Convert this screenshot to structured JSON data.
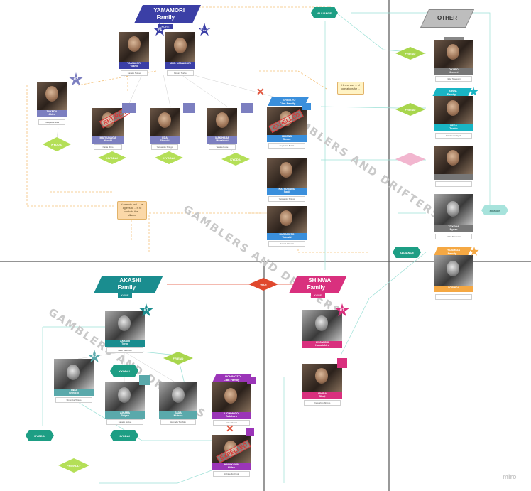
{
  "colors": {
    "yamamori": "#3b3fa6",
    "akashi": "#1a8d8f",
    "shinwa": "#d9307e",
    "other": "#bdbdbd",
    "uchimoto": "#9b35b8",
    "ally": "#1d9e84",
    "friend": "#a8d64d",
    "enemy": "#e0482d",
    "kyodai": "#b4df57",
    "orange": "#f5a843"
  },
  "watermarks": [
    "GAMBLERS AND DRIFTERS",
    "GAMBLERS AND DRIFTERS",
    "GAMBLERS AND DRIFTERS"
  ],
  "families": {
    "yamamori": {
      "name": "YAMAMORI",
      "sub": "Family",
      "tag": "KURE"
    },
    "akashi": {
      "name": "AKASHI",
      "sub": "Family",
      "tag": "KOBE"
    },
    "shinwa": {
      "name": "SHINWA",
      "sub": "Family",
      "tag": "KOBE"
    },
    "other": {
      "name": "OTHER"
    },
    "shinkyo": {
      "name": "SHINKYO",
      "sub": "Clan Family"
    },
    "uchimoto": {
      "name": "UCHIMOTO",
      "sub": "Clan Family"
    },
    "yoshida": {
      "name": "YOSHIDA",
      "sub": "Family"
    },
    "giwa": {
      "name": "GIWA",
      "sub": "Family"
    }
  },
  "badges": {
    "b1": "#1",
    "b15": "#1.5",
    "b2": "#2",
    "a1": "#1",
    "a2": "#2",
    "s1": "#1"
  },
  "cards": [
    {
      "id": "yamamori",
      "name": "YAMAMORI",
      "given": "Yoshio",
      "note": "Kaneko Nobuo"
    },
    {
      "id": "mrs-yamamori",
      "name": "MRS. YAMAMORI",
      "given": "",
      "note": "Kimura Toshie"
    },
    {
      "id": "takeda",
      "name": "TAKEDA",
      "given": "Akira",
      "note": "Kobayashi Akira"
    },
    {
      "id": "matsunaga",
      "name": "MATSUNAGA",
      "given": "Hiroshi",
      "note": "Narita Mikio"
    },
    {
      "id": "eda",
      "name": "EDA",
      "given": "Shoichi",
      "note": "Yamashiro Shingo"
    },
    {
      "id": "makihara",
      "name": "MAKIHARA",
      "given": "Masakichi",
      "note": "Tanaka Kunie"
    },
    {
      "id": "hirono",
      "name": "HIRONO",
      "given": "Shozo",
      "note": "Sugawara Bunta"
    },
    {
      "id": "kawada",
      "name": "KATSUMARU",
      "given": "Sanji",
      "note": "Yamashiro Shingo"
    },
    {
      "id": "kuramoto",
      "name": "KURAMOTO",
      "given": "Takeshi",
      "note": "Kohata Yasushi"
    },
    {
      "id": "okubo",
      "name": "OKUBO",
      "given": "Kenichi",
      "note": "Naito Taketoshi"
    },
    {
      "id": "ueda",
      "name": "UEDA",
      "given": "Toshio",
      "note": "Nishida Toshiyuki"
    },
    {
      "id": "toyoda",
      "name": "TOYODA",
      "given": "Ryuzo",
      "note": "Naito Taketoshi"
    },
    {
      "id": "yoshida",
      "name": "YOSHIDA",
      "given": "",
      "note": ""
    },
    {
      "id": "akashi-boss",
      "name": "AKASHI",
      "given": "Teruo",
      "note": "Naito Taketoshi"
    },
    {
      "id": "iwai",
      "name": "IWAI",
      "given": "Shinichi",
      "note": "Umemiya Tatsuo"
    },
    {
      "id": "akashi-kumi",
      "name": "AIHARA",
      "given": "Shigeo",
      "note": "Kaneko Nobuo"
    },
    {
      "id": "kiyoshi",
      "name": "TADA",
      "given": "Mutsuo",
      "note": "Hamada Torahiko"
    },
    {
      "id": "uchimoto",
      "name": "UCHIMOTO",
      "given": "Tadaharu",
      "note": "Kato Takeshi"
    },
    {
      "id": "hayakawa",
      "name": "HAYAKAWA",
      "given": "Hideo",
      "note": "Nishida Toshiyuki"
    },
    {
      "id": "uemori",
      "name": "UNOMICHI",
      "given": "Kamaichiro",
      "note": "Sugawara Bunta"
    },
    {
      "id": "ishiki",
      "name": "ISHIDA",
      "given": "Shoji",
      "note": "Yamashiro Shingo"
    }
  ],
  "relations": {
    "alliance": "ALLIANCE",
    "friend": "FRIEND",
    "enemy": "ENEMY",
    "war": "WAR",
    "kyodai": "KYODAI",
    "friendly": "FRIENDLY"
  },
  "stamps": {
    "retires": "RETIRES",
    "expelled": "EXPELLED"
  },
  "notes": {
    "sticky1": "Kuramoto and ... he agrees to ... is to conclude the ... alliance",
    "sticky2": "Hirono was ... of operations for ...",
    "small": "alliance"
  },
  "branding": "miro"
}
